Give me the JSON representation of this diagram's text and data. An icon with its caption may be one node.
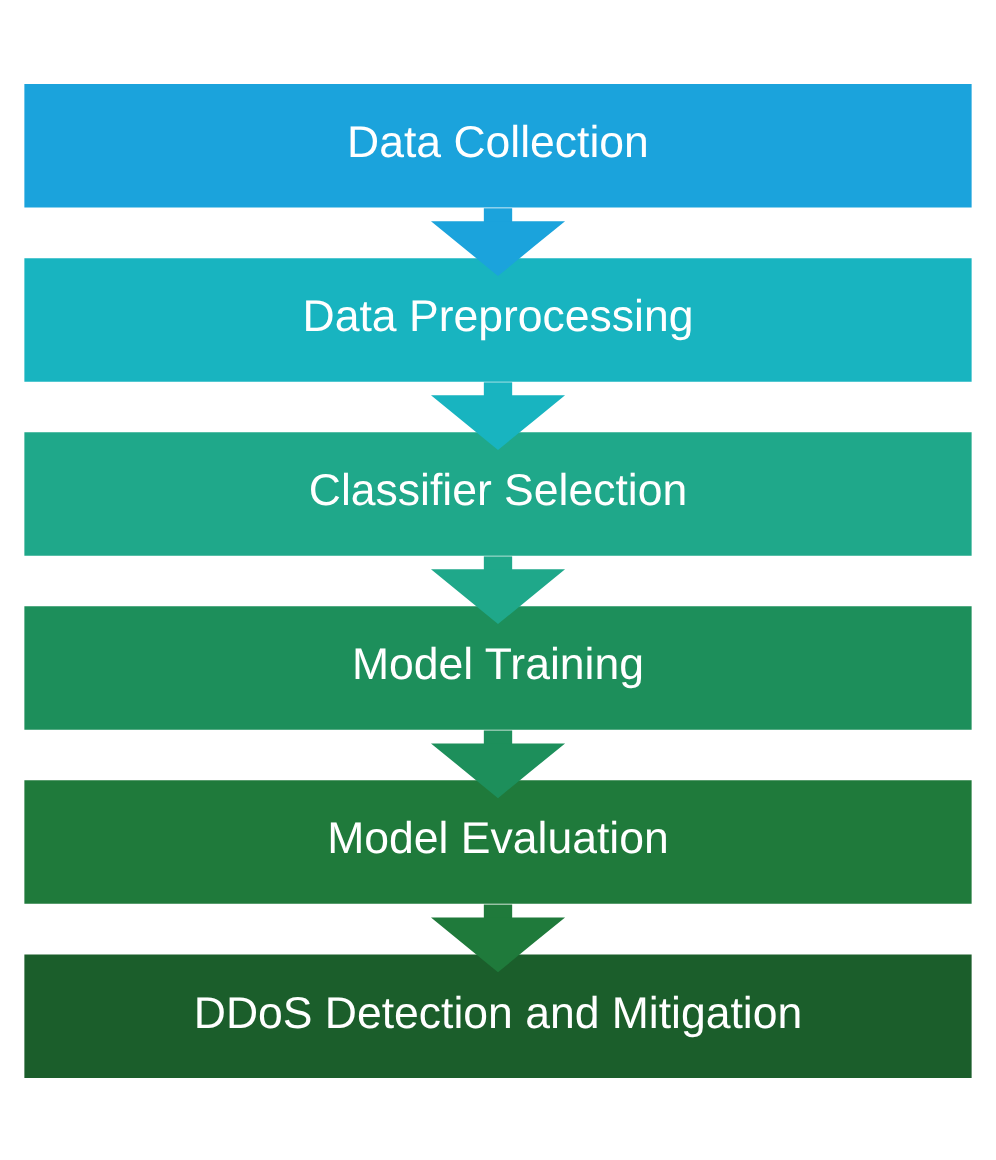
{
  "diagram": {
    "nodes": [
      {
        "text": [
          "Data Collection"
        ]
      },
      {
        "text": [
          "Data Preprocessing"
        ]
      },
      {
        "text": [
          "Classifier Selection"
        ]
      },
      {
        "text": [
          "Model Training"
        ]
      },
      {
        "text": [
          "Model Evaluation"
        ]
      },
      {
        "text": [
          "DDoS Detection and Mitigation"
        ]
      }
    ],
    "edges": [
      {
        "from": 0,
        "to": 1,
        "arrow": "to",
        "color": "#1ba3dc"
      },
      {
        "from": 1,
        "to": 2,
        "arrow": "to",
        "color": "#18b4c0"
      },
      {
        "from": 2,
        "to": 3,
        "arrow": "to",
        "color": "#1fa88a"
      },
      {
        "from": 3,
        "to": 4,
        "arrow": "to",
        "color": "#1d8f5b"
      },
      {
        "from": 4,
        "to": 5,
        "arrow": "to",
        "color": "#1f7a3b"
      }
    ]
  }
}
